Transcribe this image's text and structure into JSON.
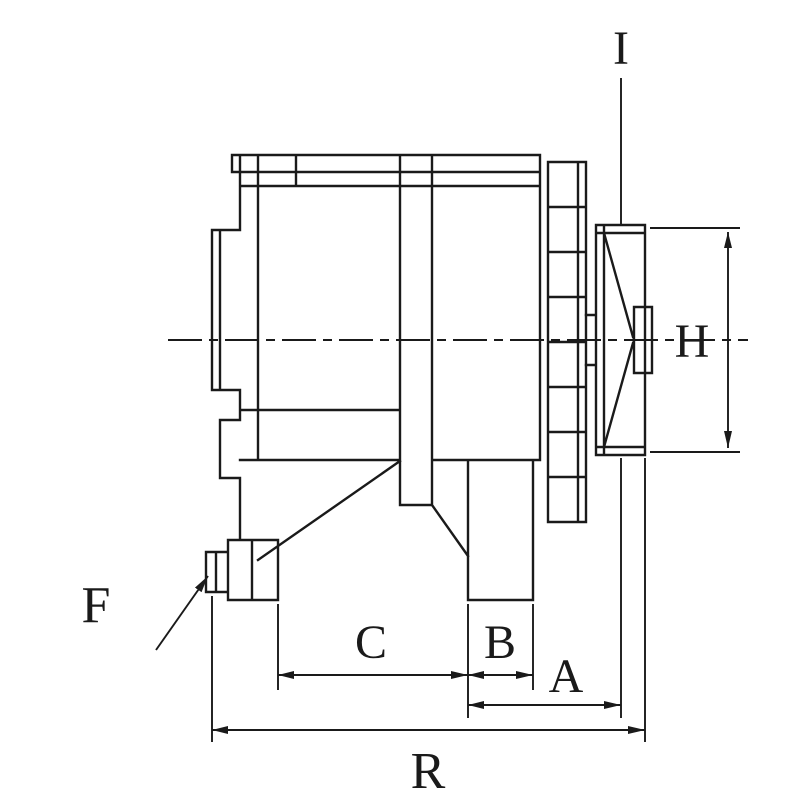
{
  "drawing": {
    "background": "#ffffff",
    "line_color": "#1a1a1a",
    "labels": {
      "I": "I",
      "H": "H",
      "F": "F",
      "C": "C",
      "B": "B",
      "A": "A",
      "R": "R"
    }
  }
}
